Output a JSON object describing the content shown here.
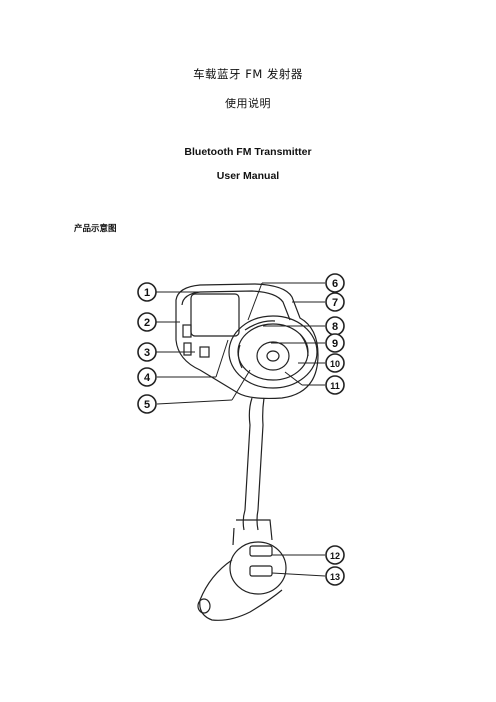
{
  "header": {
    "title_cn": "车载蓝牙 FM 发射器",
    "subtitle_cn": "使用说明",
    "title_en": "Bluetooth FM Transmitter",
    "subtitle_en": "User Manual"
  },
  "section": {
    "heading": "产品示意图"
  },
  "diagram": {
    "callouts": [
      "1",
      "2",
      "3",
      "4",
      "5",
      "6",
      "7",
      "8",
      "9",
      "10",
      "11",
      "12",
      "13"
    ]
  }
}
